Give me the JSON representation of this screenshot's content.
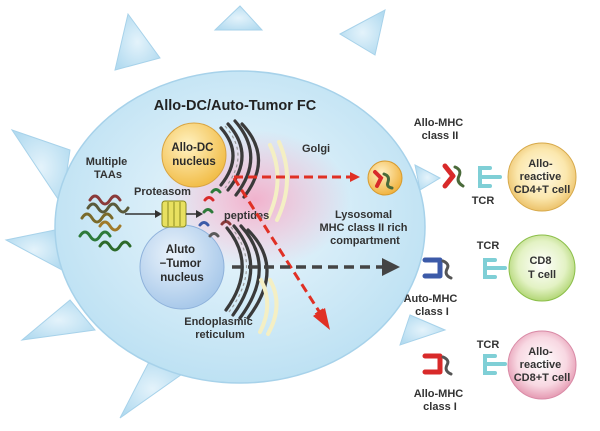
{
  "title": "Allo-DC/Auto-Tumor FC",
  "labels": {
    "multiple_taas": [
      "Multiple",
      "TAAs"
    ],
    "proteasom": "Proteasom",
    "peptides": "peptides",
    "allo_dc_nucleus": [
      "Allo-DC",
      "nucleus"
    ],
    "auto_tumor_nucleus": [
      "Aluto",
      "−Tumor",
      "nucleus"
    ],
    "golgi": "Golgi",
    "lysosomal": [
      "Lysosomal",
      "MHC class II rich",
      "compartment"
    ],
    "endoplasmic": [
      "Endoplasmic",
      "reticulum"
    ],
    "allo_mhc_class2": [
      "Allo-MHC",
      "class II"
    ],
    "auto_mhc_class1": [
      "Auto-MHC",
      "class I"
    ],
    "allo_mhc_class1": [
      "Allo-MHC",
      "class I"
    ],
    "tcr": "TCR"
  },
  "cells": {
    "cd4": [
      "Allo-",
      "reactive",
      "CD4+T cell"
    ],
    "cd8": [
      "CD8",
      "T cell"
    ],
    "cd8_allo": [
      "Allo-",
      "reactive",
      "CD8+T cell"
    ]
  },
  "colors": {
    "membrane": "#cde8f5",
    "allo_dc_nucleus": "#f8cf6a",
    "auto_tumor_nucleus": "#bcd6ef",
    "cd4_cell": "#f3d38a",
    "cd8_cell": "#c7e39a",
    "cd8_allo_cell": "#efb6c7",
    "red_arrow": "#e03024",
    "gray_arrow": "#444444",
    "mhc_red": "#d82a2a",
    "mhc_blue": "#3c5aa8",
    "tcr": "#7fcfd6"
  }
}
